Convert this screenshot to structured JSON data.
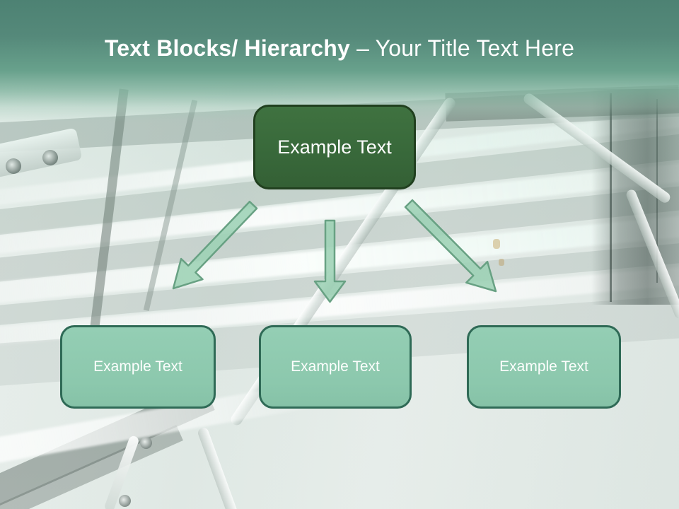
{
  "slide": {
    "title": {
      "bold": "Text Blocks/ Hierarchy",
      "regular": "– Your Title Text Here"
    },
    "hierarchy": {
      "root": {
        "label": "Example Text"
      },
      "children": [
        {
          "label": "Example Text"
        },
        {
          "label": "Example Text"
        },
        {
          "label": "Example Text"
        }
      ]
    },
    "colors": {
      "header_top": "#4d8273",
      "header_mid": "#68a18c",
      "root_fill": "#38683a",
      "root_border": "#21401f",
      "child_fill": "#8fcab0",
      "child_border": "#2f6a56",
      "arrow_fill": "#9dd1b5",
      "arrow_stroke": "#68a183",
      "title_color": "#ffffff"
    }
  }
}
